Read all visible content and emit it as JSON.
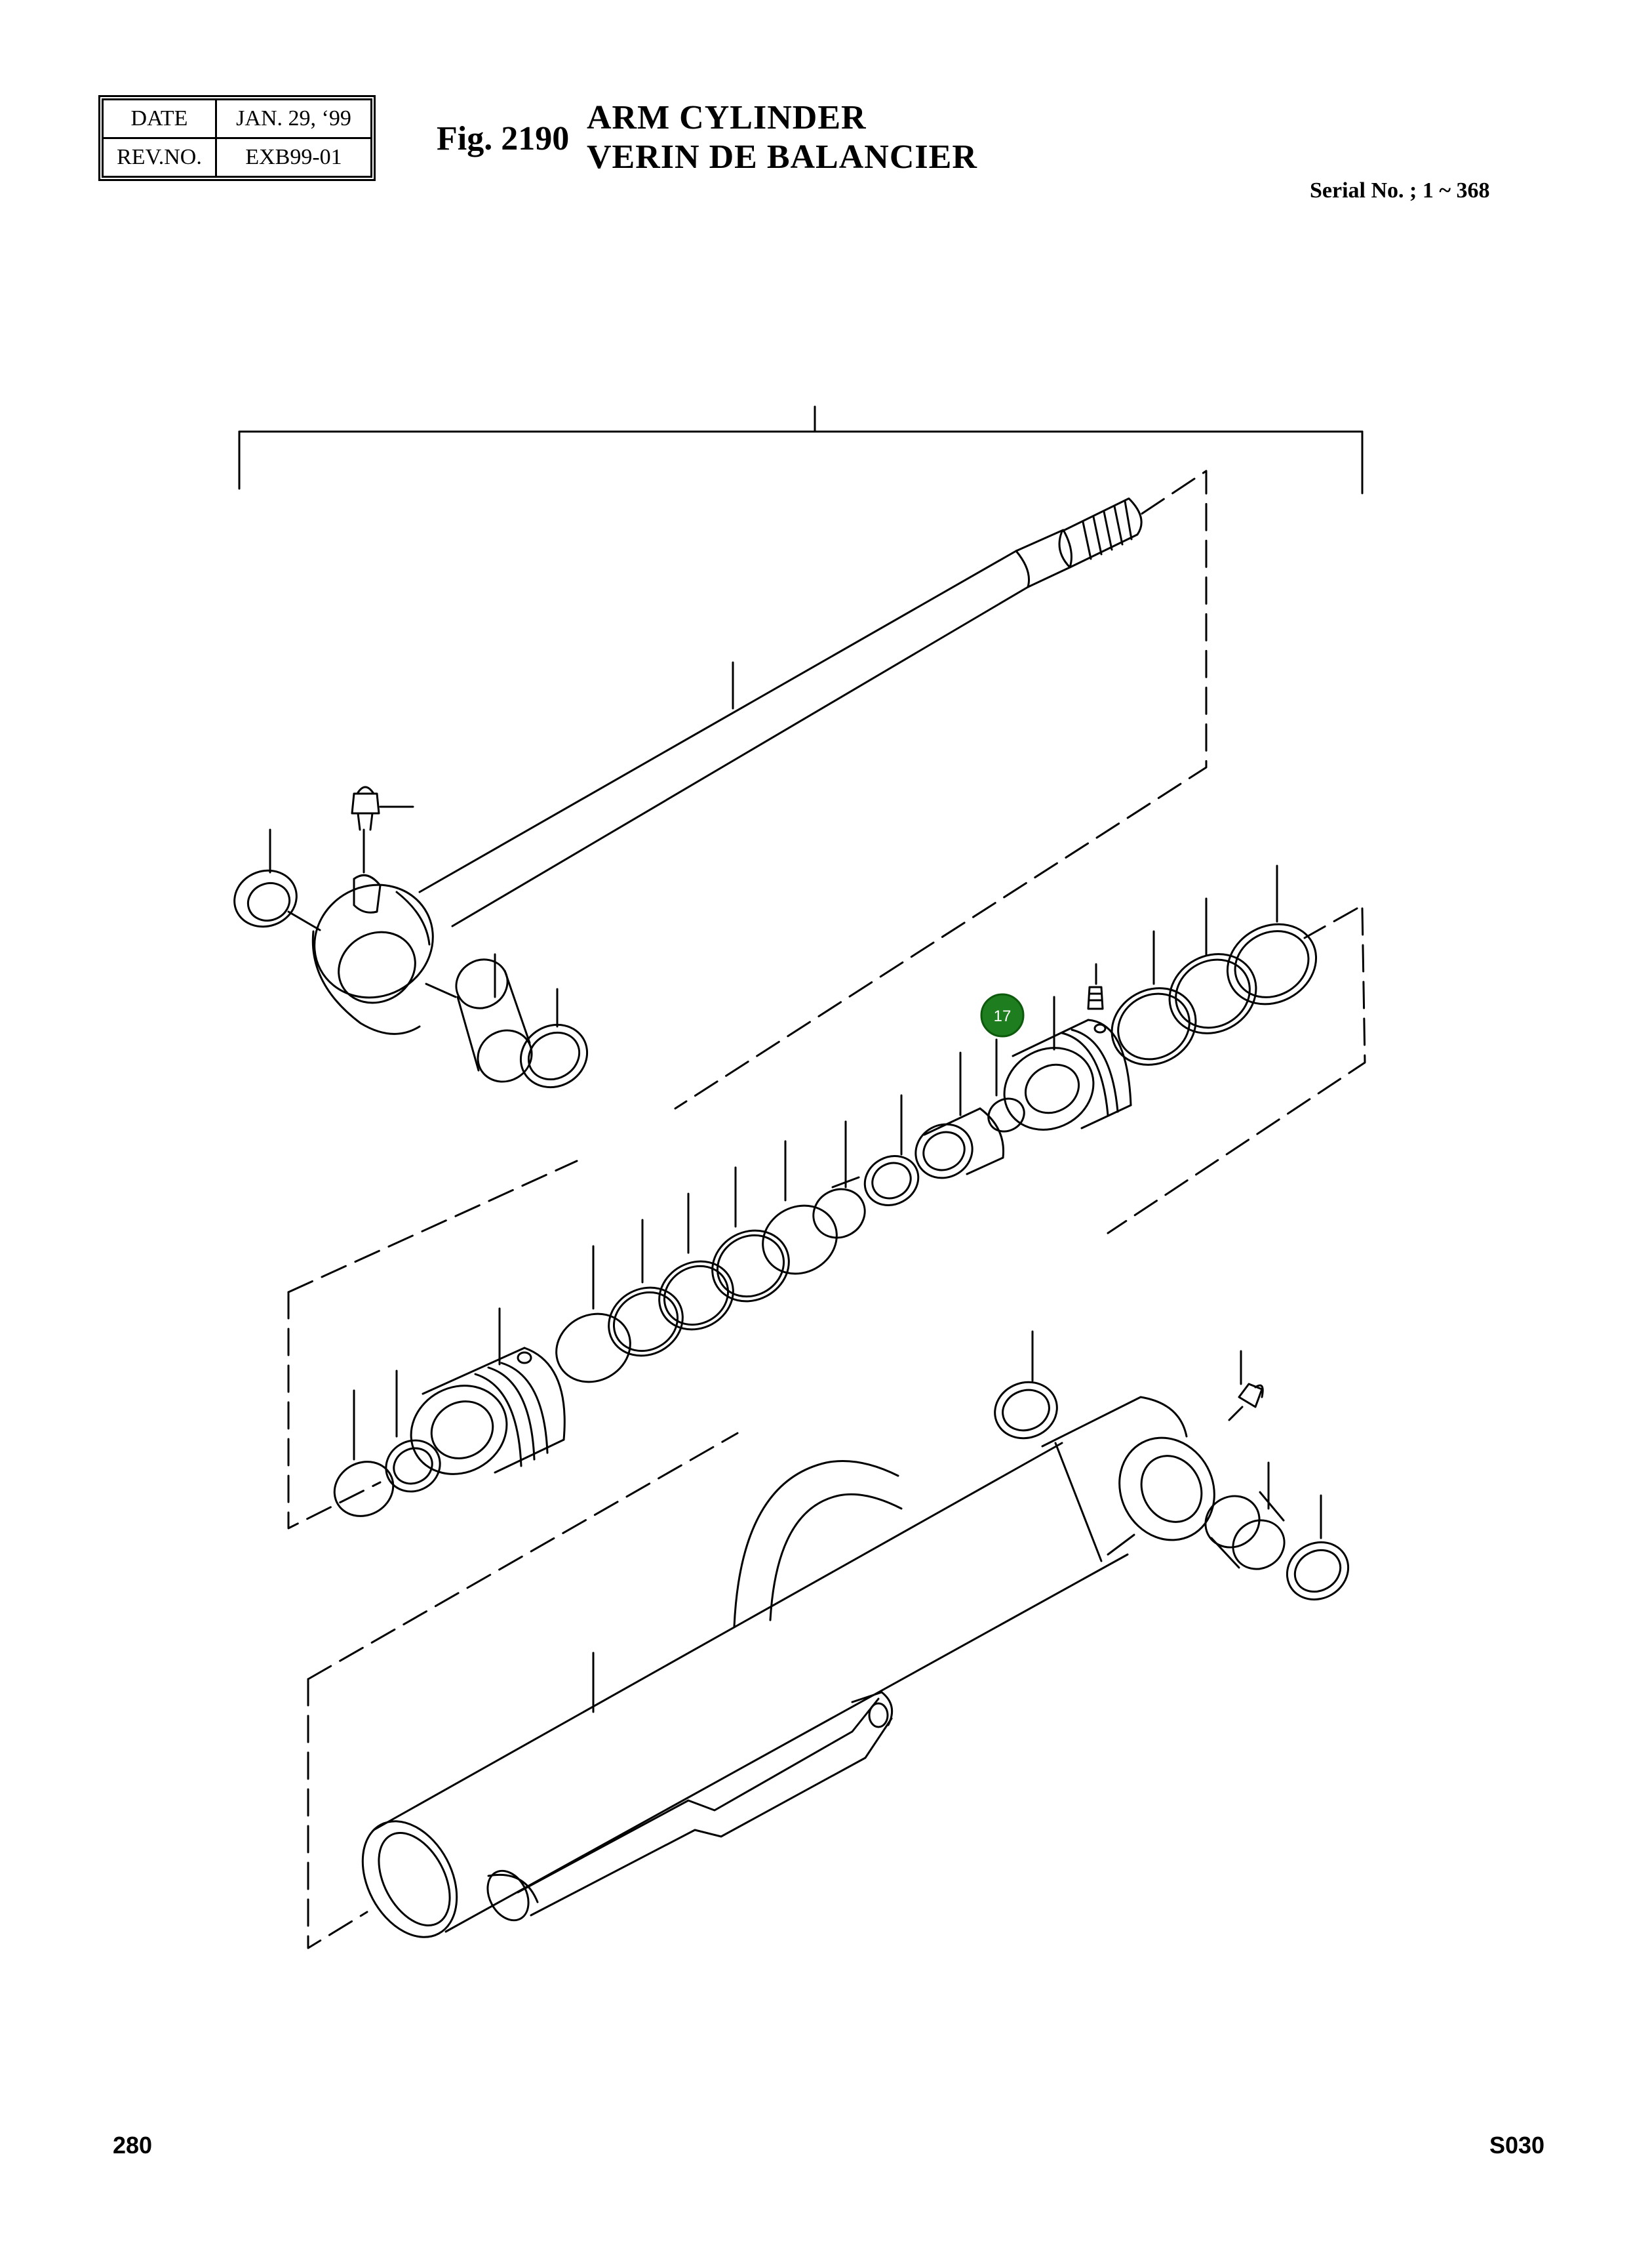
{
  "header": {
    "date_label": "DATE",
    "date_value": "JAN. 29, ‘99",
    "rev_label": "REV.NO.",
    "rev_value": "EXB99-01",
    "fig_label": "Fig. 2190",
    "title_en": "ARM CYLINDER",
    "title_fr": "VERIN DE BALANCIER",
    "serial": "Serial No. ; 1 ~ 368"
  },
  "callout": {
    "number": "17",
    "color": "#1e7d1e"
  },
  "footer": {
    "page_number": "280",
    "section_code": "S030"
  }
}
